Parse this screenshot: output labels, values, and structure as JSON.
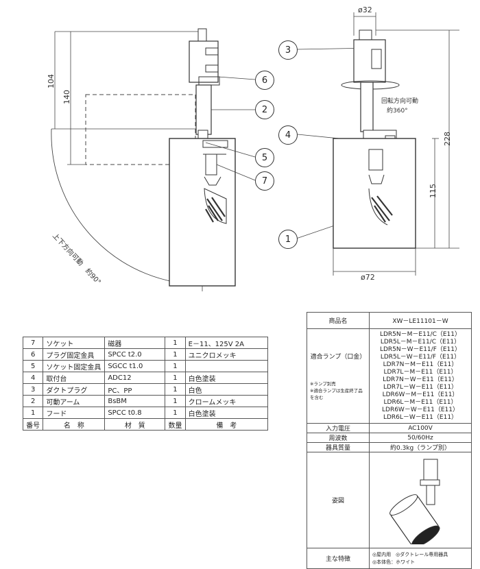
{
  "dims": {
    "top_diameter": "ø32",
    "body_diameter": "ø72",
    "d104": "104",
    "d140": "140",
    "d228": "228",
    "d115": "115",
    "rotation": "回転方向可動",
    "rotation_deg": "約360°",
    "tilt": "上下方向可動　約90°"
  },
  "balloons": [
    "3",
    "6",
    "2",
    "4",
    "5",
    "7",
    "1"
  ],
  "parts": {
    "rows": [
      {
        "no": "7",
        "name": "ソケット",
        "material": "磁器",
        "qty": "1",
        "note": "E－11、125V 2A"
      },
      {
        "no": "6",
        "name": "プラグ固定金具",
        "material": "SPCC t2.0",
        "qty": "1",
        "note": "ユニクロメッキ"
      },
      {
        "no": "5",
        "name": "ソケット固定金具",
        "material": "SGCC t1.0",
        "qty": "1",
        "note": ""
      },
      {
        "no": "4",
        "name": "取付台",
        "material": "ADC12",
        "qty": "1",
        "note": "白色塗装"
      },
      {
        "no": "3",
        "name": "ダクトプラグ",
        "material": "PC、PP",
        "qty": "1",
        "note": "白色"
      },
      {
        "no": "2",
        "name": "可動アーム",
        "material": "BsBM",
        "qty": "1",
        "note": "クロームメッキ"
      },
      {
        "no": "1",
        "name": "フード",
        "material": "SPCC t0.8",
        "qty": "1",
        "note": "白色塗装"
      }
    ],
    "header": {
      "no": "番号",
      "name": "名　称",
      "material": "材　質",
      "qty": "数量",
      "note": "備　考"
    }
  },
  "spec": {
    "product_label": "商品名",
    "product_name": "XW－LE11101－W",
    "lamp_label": "適合ランプ（口金）",
    "lamp_note1": "※ランプ別売",
    "lamp_note2": "※適合ランプは生産終了品を含む",
    "lamps": [
      "LDR5N－M－E11/C（E11）",
      "LDR5L－M－E11/C（E11）",
      "LDR5N－W－E11/F（E11）",
      "LDR5L－W－E11/F（E11）",
      "LDR7N－M－E11（E11）",
      "LDR7L－M－E11（E11）",
      "LDR7N－W－E11（E11）",
      "LDR7L－W－E11（E11）",
      "LDR6W－M－E11（E11）",
      "LDR6L－M－E11（E11）",
      "LDR6W－W－E11（E11）",
      "LDR6L－W－E11（E11）"
    ],
    "voltage_label": "入力電圧",
    "voltage": "AC100V",
    "freq_label": "周波数",
    "freq": "50/60Hz",
    "weight_label": "器具質量",
    "weight": "約0.3kg（ランプ別）",
    "figure_label": "姿図",
    "feature_label": "主な特徴",
    "feature1": "◎屋内用　◎ダクトレール専用器具",
    "feature2": "◎本体色：ホワイト"
  }
}
